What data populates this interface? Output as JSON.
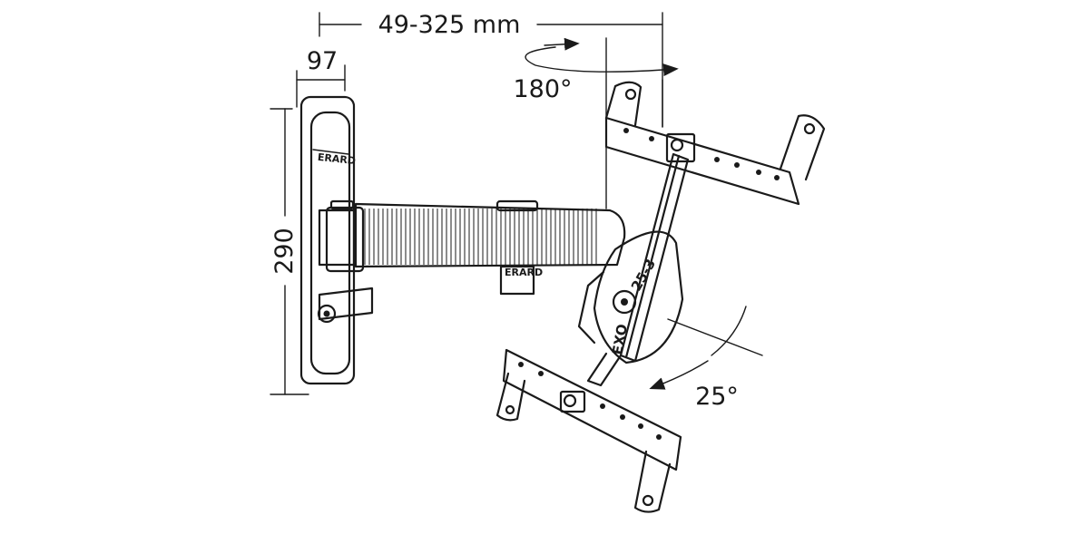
{
  "dimensions": {
    "depth_range": "49-325 mm",
    "plate_width": "97",
    "plate_height": "290",
    "swivel_angle": "180°",
    "tilt_angle": "25°"
  },
  "labels": {
    "brand_plate": "ERARD",
    "brand_arm": "ERARD",
    "model_line1": "EXO",
    "model_line2": "25-3"
  }
}
